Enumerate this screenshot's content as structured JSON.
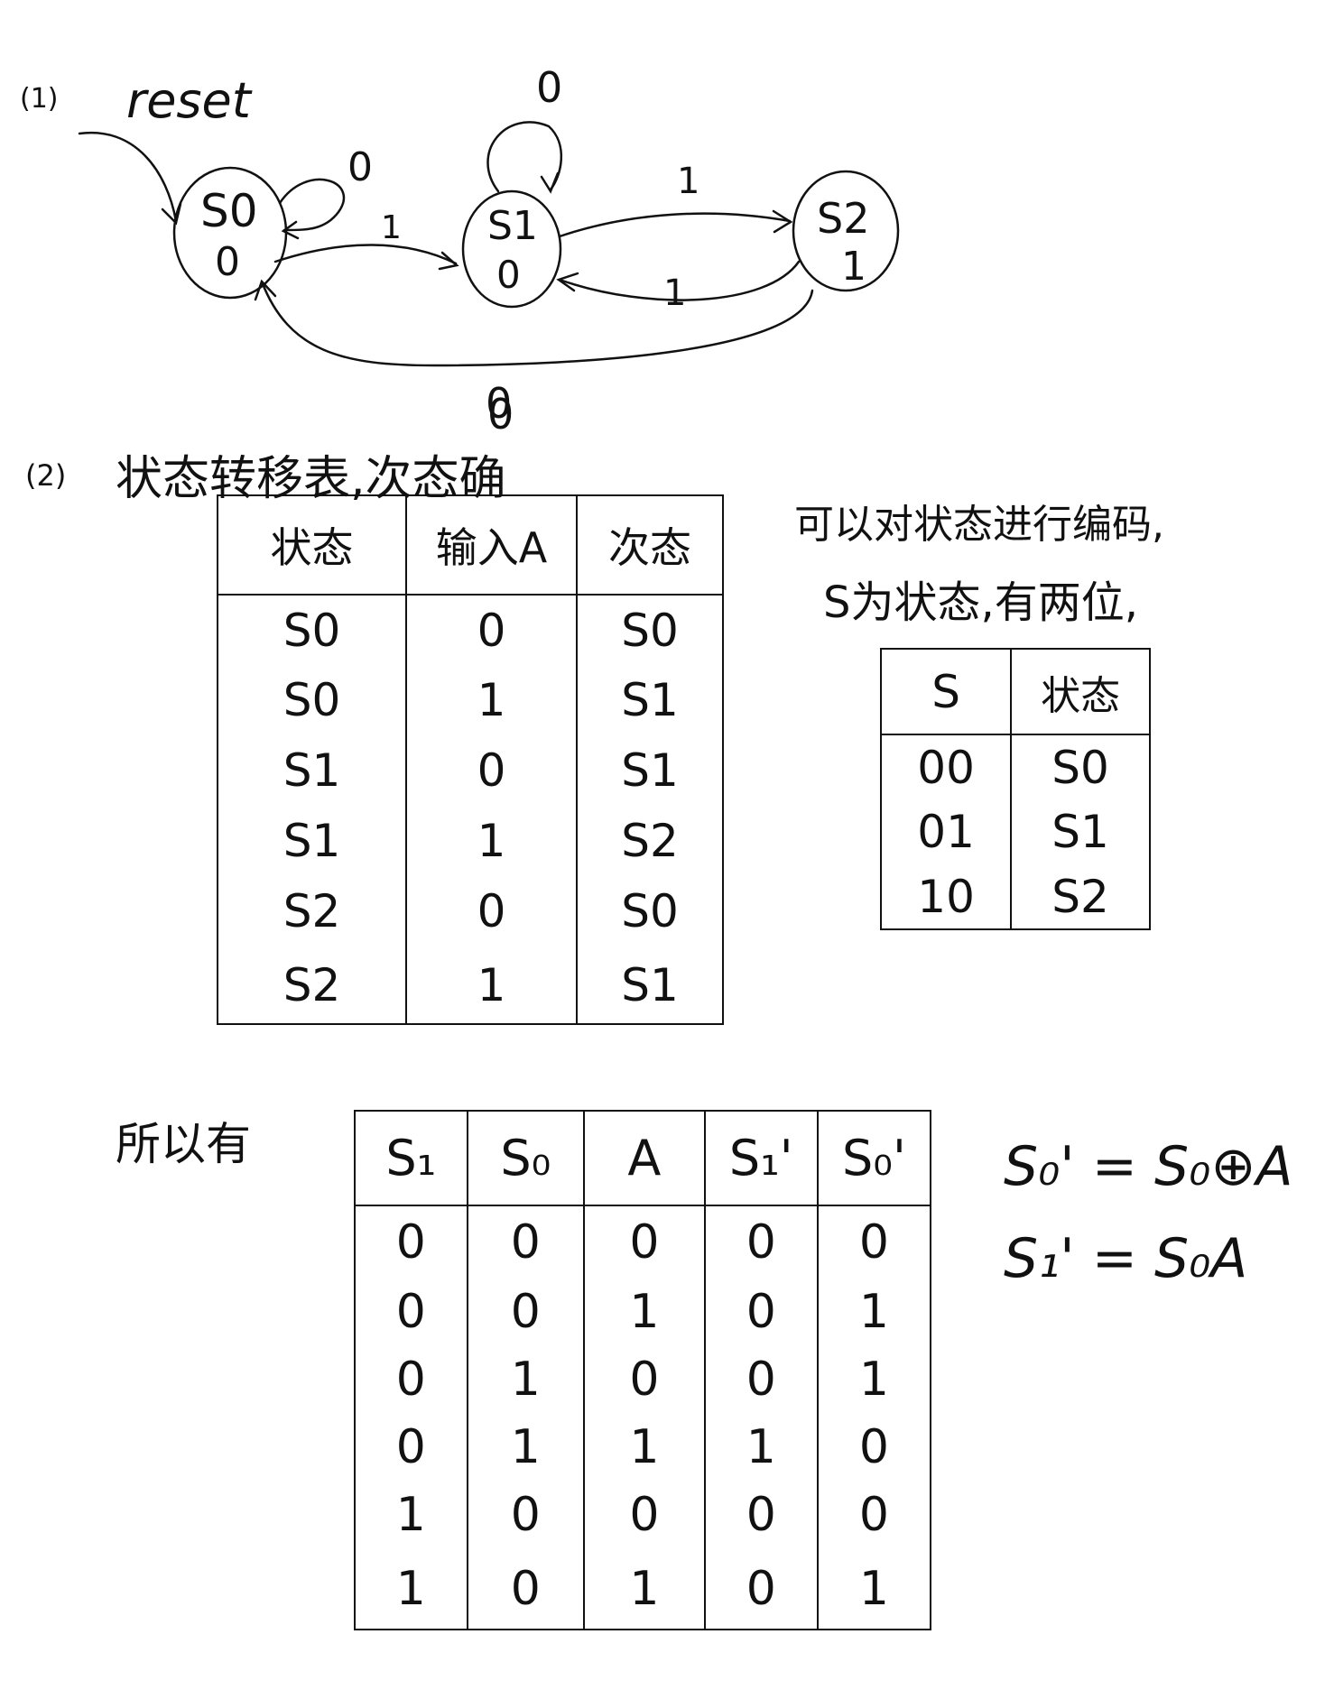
{
  "part1": {
    "label": "(1)",
    "reset_label": "reset",
    "states": [
      {
        "name": "S0",
        "output": "0"
      },
      {
        "name": "S1",
        "output": "0"
      },
      {
        "name": "S2",
        "output": "1"
      }
    ],
    "transitions": [
      {
        "from": "S0",
        "to": "S0",
        "input": "0"
      },
      {
        "from": "S0",
        "to": "S1",
        "input": "1"
      },
      {
        "from": "S1",
        "to": "S1",
        "input": "0"
      },
      {
        "from": "S1",
        "to": "S2",
        "input": "1"
      },
      {
        "from": "S2",
        "to": "S1",
        "input": "1"
      },
      {
        "from": "S2",
        "to": "S0",
        "input": "0"
      }
    ]
  },
  "part2": {
    "label": "(2)",
    "heading": "状态转移表,次态确",
    "heading_tail": "0",
    "table": {
      "headers": [
        "状态",
        "输入A",
        "次态"
      ],
      "rows": [
        [
          "S0",
          "0",
          "S0"
        ],
        [
          "S0",
          "1",
          "S1"
        ],
        [
          "S1",
          "0",
          "S1"
        ],
        [
          "S1",
          "1",
          "S2"
        ],
        [
          "S2",
          "0",
          "S0"
        ],
        [
          "S2",
          "1",
          "S1"
        ]
      ]
    }
  },
  "encoding": {
    "note_line1": "可以对状态进行编码,",
    "note_line2": "S为状态,有两位,",
    "table": {
      "headers": [
        "S",
        "状态"
      ],
      "rows": [
        [
          "00",
          "S0"
        ],
        [
          "01",
          "S1"
        ],
        [
          "10",
          "S2"
        ]
      ]
    }
  },
  "part3": {
    "label": "所以有",
    "table": {
      "headers": [
        "S₁",
        "S₀",
        "A",
        "S₁'",
        "S₀'"
      ],
      "rows": [
        [
          "0",
          "0",
          "0",
          "0",
          "0"
        ],
        [
          "0",
          "0",
          "1",
          "0",
          "1"
        ],
        [
          "0",
          "1",
          "0",
          "0",
          "1"
        ],
        [
          "0",
          "1",
          "1",
          "1",
          "0"
        ],
        [
          "1",
          "0",
          "0",
          "0",
          "0"
        ],
        [
          "1",
          "0",
          "1",
          "0",
          "1"
        ]
      ]
    },
    "equations": [
      "S₀' = S₀⊕A",
      "S₁' = S₀A"
    ]
  }
}
